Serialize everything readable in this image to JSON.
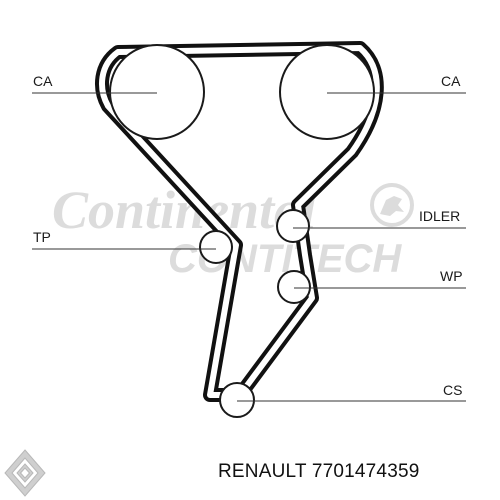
{
  "diagram": {
    "labels": {
      "ca_left": "CA",
      "ca_right": "CA",
      "idler": "IDLER",
      "tp": "TP",
      "wp": "WP",
      "cs": "CS"
    },
    "watermark": {
      "line1": "Continental",
      "line2": "CONTITECH"
    }
  },
  "footer": {
    "brand": "RENAULT",
    "part_number": "7701474359"
  },
  "colors": {
    "belt": "#111111",
    "pulley_stroke": "#1a1a1a",
    "watermark": "#dcdcdc",
    "logo": "#cfcfcf"
  },
  "icons": {
    "brand_logo": "renault-diamond-logo",
    "watermark_emblem": "horse-emblem"
  }
}
